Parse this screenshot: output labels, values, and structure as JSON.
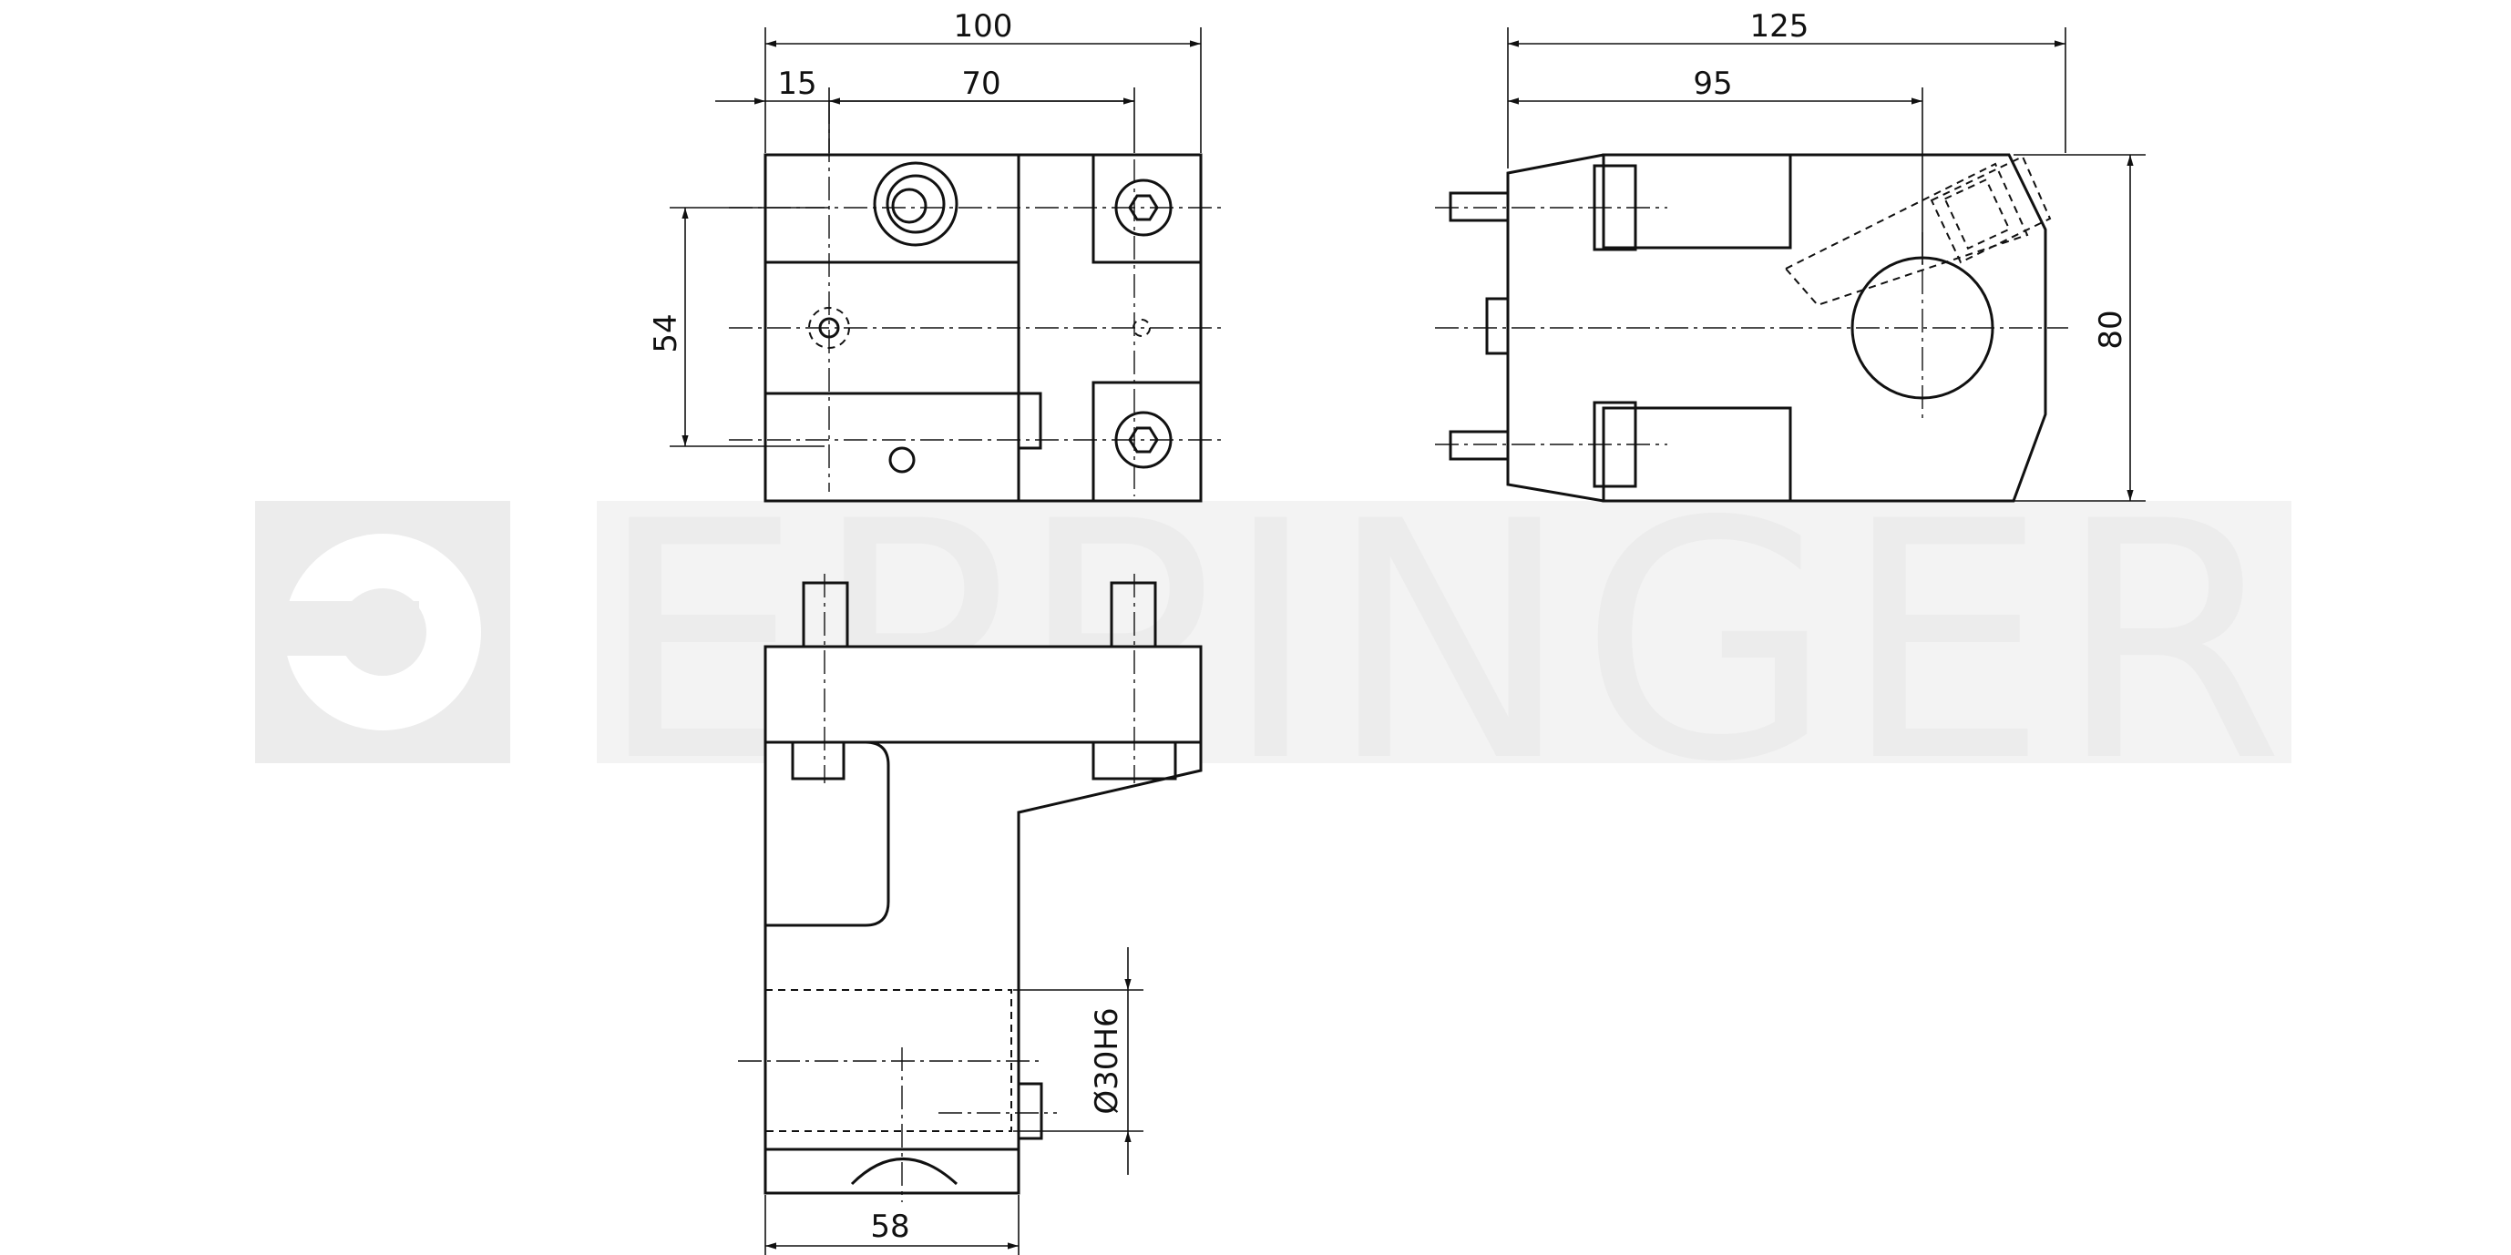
{
  "watermark": {
    "text": "EPPINGER",
    "logo": "eppinger-logo-icon",
    "color": "#ececec"
  },
  "dimensions": {
    "front_width": "100",
    "offset_left": "15",
    "offset_span": "70",
    "side_length": "125",
    "side_span": "95",
    "bolt_spacing": "54",
    "height": "80",
    "bore": "Ø30H6",
    "base_width": "58"
  },
  "colors": {
    "line": "#111111",
    "watermark": "#ececec",
    "background": "#ffffff"
  }
}
